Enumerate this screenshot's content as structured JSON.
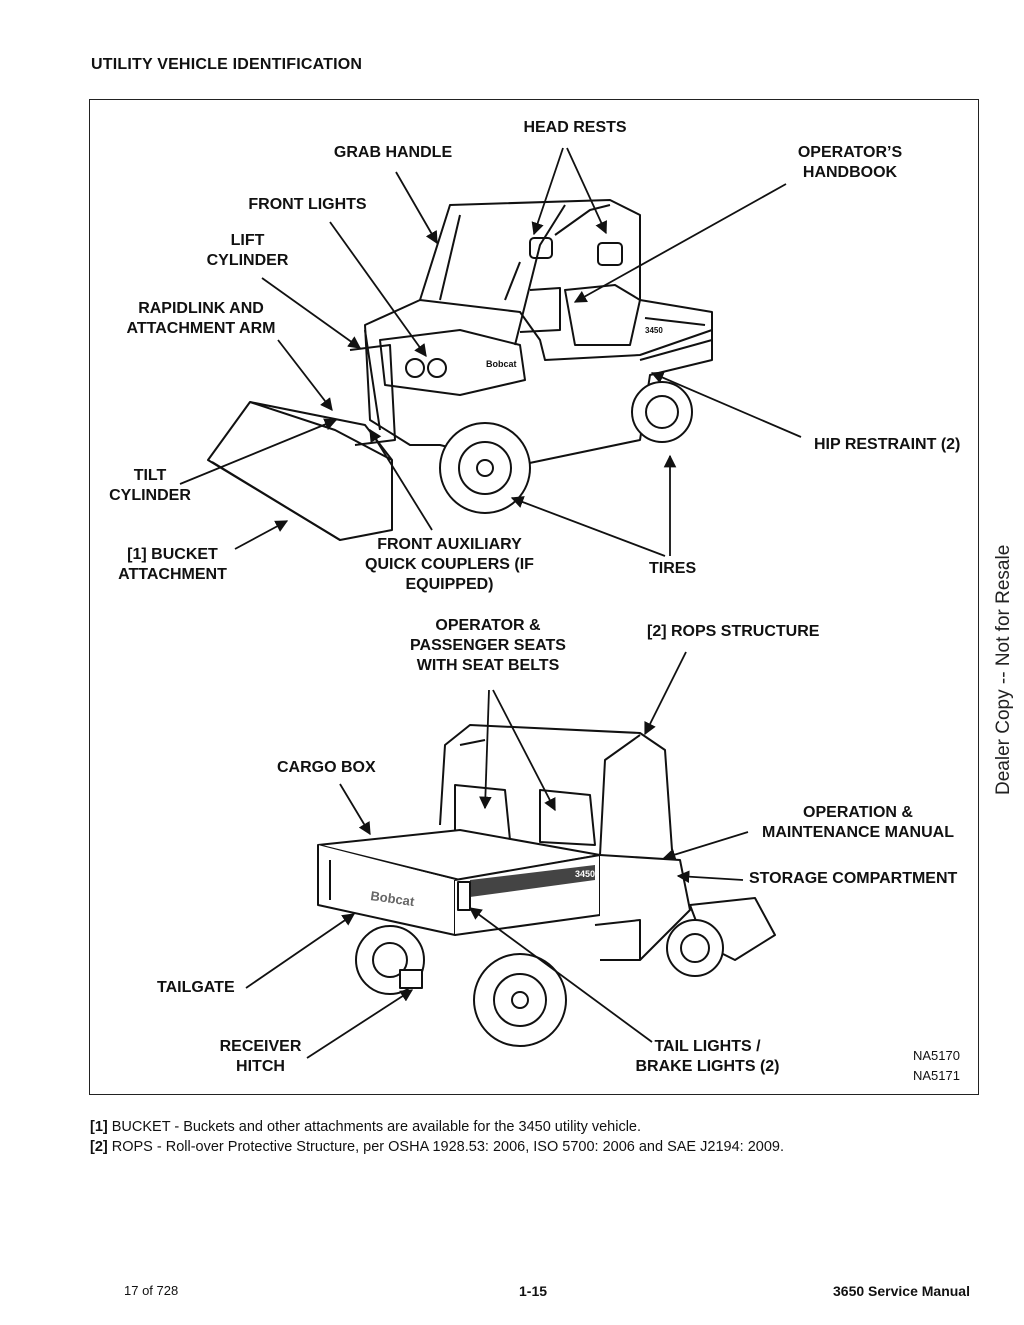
{
  "header": {
    "title": "UTILITY VEHICLE IDENTIFICATION"
  },
  "figure": {
    "front_labels": {
      "head_rests": "HEAD RESTS",
      "grab_handle": "GRAB HANDLE",
      "operators_handbook": "OPERATOR’S\nHANDBOOK",
      "front_lights": "FRONT LIGHTS",
      "lift_cylinder": "LIFT\nCYLINDER",
      "rapidlink": "RAPIDLINK AND\nATTACHMENT ARM",
      "hip_restraint": "HIP RESTRAINT (2)",
      "tilt_cylinder": "TILT\nCYLINDER",
      "bucket_attachment": "[1] BUCKET\nATTACHMENT",
      "front_aux": "FRONT AUXILIARY\nQUICK COUPLERS (IF\nEQUIPPED)",
      "tires": "TIRES"
    },
    "rear_labels": {
      "operator_seats": "OPERATOR &\nPASSENGER SEATS\nWITH SEAT BELTS",
      "rops_structure": "[2] ROPS STRUCTURE",
      "cargo_box": "CARGO BOX",
      "operation_manual": "OPERATION &\nMAINTENANCE MANUAL",
      "storage_compartment": "STORAGE COMPARTMENT",
      "tailgate": "TAILGATE",
      "receiver_hitch": "RECEIVER\nHITCH",
      "tail_lights": "TAIL LIGHTS /\nBRAKE LIGHTS (2)"
    },
    "figure_ids": [
      "NA5170",
      "NA5171"
    ],
    "vehicle_model_marking": "3450",
    "brand_marking": "Bobcat"
  },
  "watermark": "Dealer Copy -- Not for Resale",
  "footnotes": [
    {
      "marker": "[1]",
      "text": " BUCKET - Buckets and other attachments are available for the 3450 utility vehicle."
    },
    {
      "marker": "[2]",
      "text": " ROPS - Roll-over Protective Structure, per OSHA 1928.53: 2006, ISO 5700: 2006 and SAE J2194: 2009."
    }
  ],
  "footer": {
    "page_count": "17 of 728",
    "page_number": "1-15",
    "manual_title": "3650 Service Manual"
  }
}
